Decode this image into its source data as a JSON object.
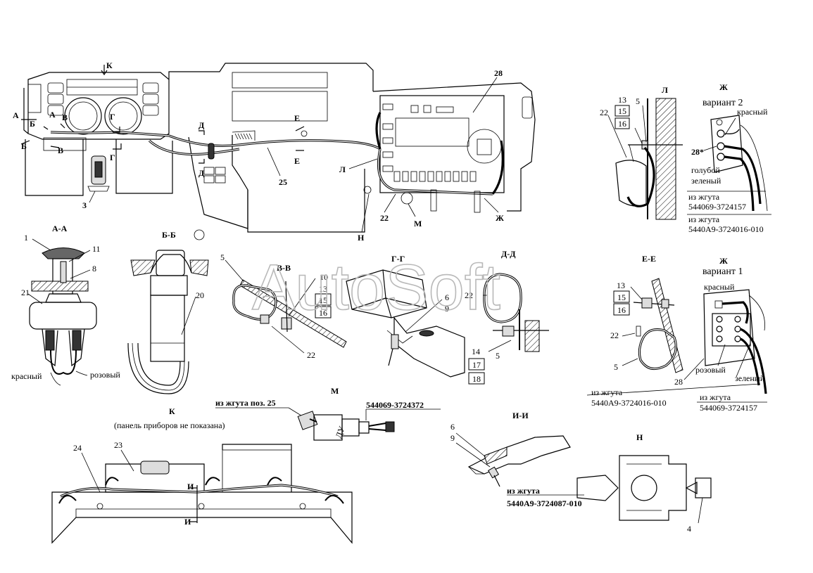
{
  "watermark": "AutoSoft",
  "main_view": {
    "callouts": {
      "k": "К",
      "a1": "А",
      "a2": "А",
      "b1": "Б",
      "b2": "Б",
      "v1": "В",
      "v2": "В",
      "g1": "Г",
      "g2": "Г",
      "d1": "Д",
      "d2": "Д",
      "e1": "Е",
      "e2": "Е",
      "n3": "3",
      "n25": "25",
      "n28": "28",
      "l": "Л",
      "n22": "22",
      "m": "М",
      "h": "Н",
      "zh": "Ж"
    }
  },
  "view_l": {
    "title": "Л",
    "n13": "13",
    "n15": "15",
    "n16": "16",
    "n5": "5",
    "n22": "22"
  },
  "view_zh2": {
    "title": "Ж",
    "variant": "вариант 2",
    "red": "красный",
    "n28": "28*",
    "blue": "голубой",
    "green": "зеленый",
    "from1": "из жгута",
    "harness1": "544069-3724157",
    "from2": "из жгута",
    "harness2": "5440А9-3724016-010"
  },
  "section_aa": {
    "title": "А-А",
    "n1": "1",
    "n11": "11",
    "n8": "8",
    "n21": "21",
    "red": "красный",
    "pink": "розовый"
  },
  "section_bb": {
    "title": "Б-Б",
    "n20": "20"
  },
  "section_vv": {
    "title": "В-В",
    "n5": "5",
    "n10": "10",
    "n13": "13",
    "n15": "15",
    "n16": "16",
    "n22": "22"
  },
  "section_gg": {
    "title": "Г-Г",
    "n6": "6",
    "n9": "9"
  },
  "section_dd": {
    "title": "Д-Д",
    "n22": "22",
    "n14": "14",
    "n17": "17",
    "n18": "18",
    "n5": "5"
  },
  "section_ee": {
    "title": "Е-Е",
    "n13": "13",
    "n15": "15",
    "n16": "16",
    "n22": "22",
    "n5": "5"
  },
  "view_zh1": {
    "title": "Ж",
    "variant": "вариант 1",
    "red": "красный",
    "pink": "розовый",
    "green": "зеленый",
    "n28": "28",
    "from1": "из жгута",
    "harness1": "5440А9-3724016-010",
    "from2": "из жгута",
    "harness2": "544069-3724157"
  },
  "view_m": {
    "title": "М",
    "from_harness": "из жгута поз. 25",
    "part": "544069-3724372",
    "du": "ДУ"
  },
  "view_k": {
    "title": "К",
    "note": "(панель приборов не показана)",
    "n24": "24",
    "n23": "23",
    "i1": "И",
    "i2": "И"
  },
  "section_ii": {
    "title": "И-И",
    "n6": "6",
    "n9": "9",
    "from": "из жгута",
    "harness": "5440А9-3724087-010"
  },
  "view_n": {
    "title": "Н",
    "n4": "4"
  }
}
